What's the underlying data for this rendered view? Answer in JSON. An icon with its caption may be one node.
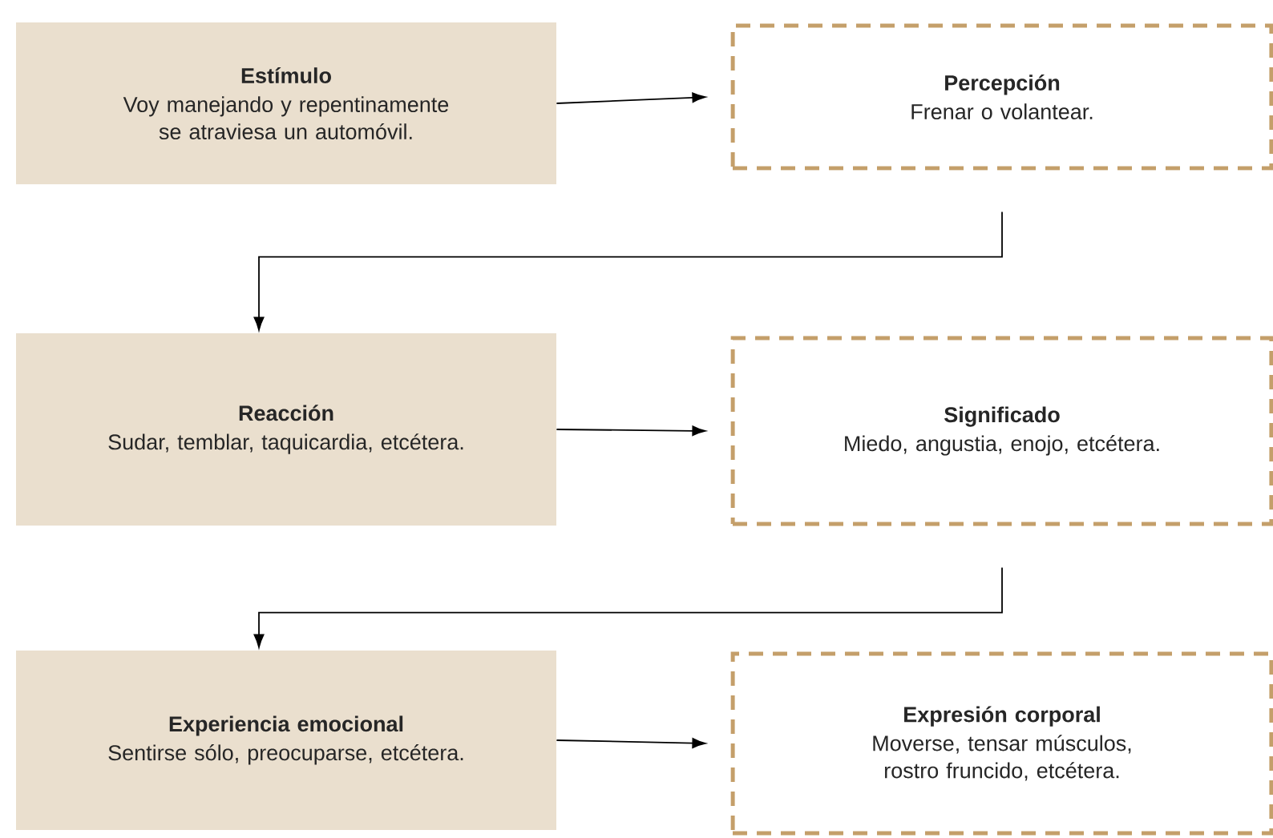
{
  "diagram": {
    "nodes": [
      {
        "text": [
          "Estímulo",
          "Voy manejando y repentinamente se atraviesa un automóvil."
        ]
      },
      {
        "text": [
          "Percepción",
          "Frenar o volantear."
        ]
      },
      {
        "text": [
          "Reacción",
          "Sudar, temblar, taquicardia, etcétera."
        ]
      },
      {
        "text": [
          "Significado",
          "Miedo, angustia, enojo, etcétera."
        ]
      },
      {
        "text": [
          "Experiencia emocional",
          "Sentirse sólo, preocuparse, etcétera."
        ]
      },
      {
        "text": [
          "Expresión corporal",
          "Moverse, tensar músculos, rostro fruncido, etcétera."
        ]
      }
    ],
    "edges": [
      {
        "from": 0,
        "to": 1,
        "arrow": "to"
      },
      {
        "from": 1,
        "to": 2,
        "arrow": "to"
      },
      {
        "from": 2,
        "to": 3,
        "arrow": "to"
      },
      {
        "from": 3,
        "to": 4,
        "arrow": "to"
      },
      {
        "from": 4,
        "to": 5,
        "arrow": "to"
      }
    ]
  }
}
